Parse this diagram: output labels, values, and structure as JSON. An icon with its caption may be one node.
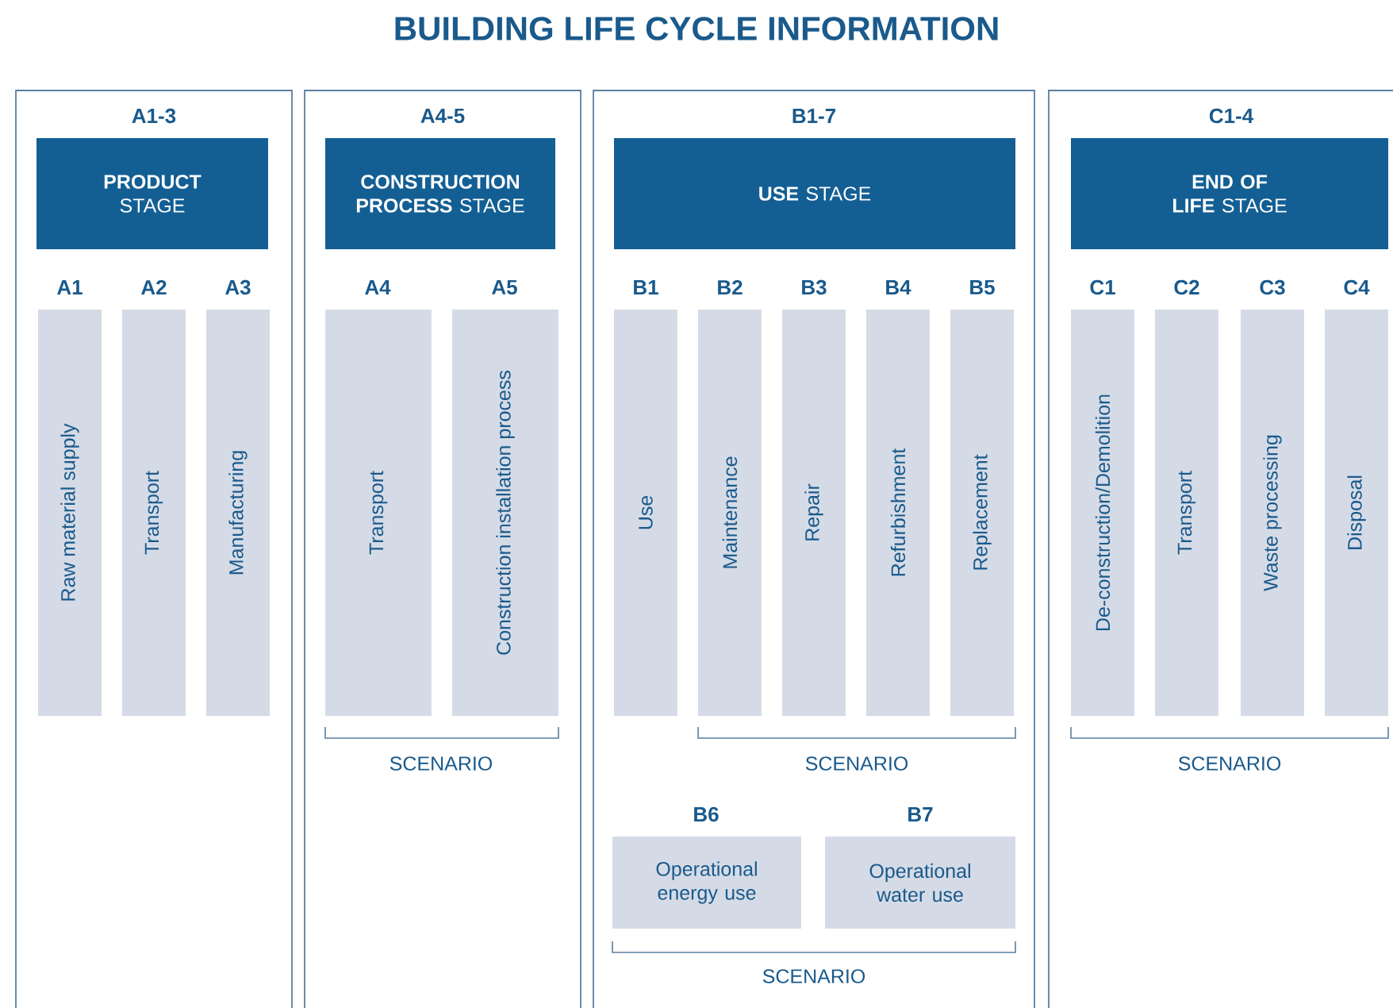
{
  "diagram": {
    "title": "BUILDING LIFE CYCLE INFORMATION",
    "nodes": [
      {
        "text": [
          "A1-3"
        ]
      },
      {
        "text": [
          "**PRODUCT** STAGE"
        ],
        "in": 0
      },
      {
        "text": [
          "A1",
          "Raw material supply"
        ],
        "in": 0
      },
      {
        "text": [
          "A2",
          "Transport"
        ],
        "in": 0
      },
      {
        "text": [
          "A3",
          "Manufacturing"
        ],
        "in": 0
      },
      {
        "text": [
          "A4-5"
        ]
      },
      {
        "text": [
          "**CONSTRUCTION PROCESS** STAGE"
        ],
        "in": 5
      },
      {
        "text": [
          "A4",
          "Transport"
        ],
        "in": 5
      },
      {
        "text": [
          "A5",
          "Construction installation process"
        ],
        "in": 5
      },
      {
        "text": [
          "B1-7"
        ]
      },
      {
        "text": [
          "**USE** STAGE"
        ],
        "in": 9
      },
      {
        "text": [
          "B1",
          "Use"
        ],
        "in": 9
      },
      {
        "text": [
          "B2",
          "Maintenance"
        ],
        "in": 9
      },
      {
        "text": [
          "B3",
          "Repair"
        ],
        "in": 9
      },
      {
        "text": [
          "B4",
          "Refurbishment"
        ],
        "in": 9
      },
      {
        "text": [
          "B5",
          "Replacement"
        ],
        "in": 9
      },
      {
        "text": [
          "B6",
          "Operational energy use"
        ],
        "in": 9
      },
      {
        "text": [
          "B7",
          "Operational water use"
        ],
        "in": 9
      },
      {
        "text": [
          "C1-4"
        ]
      },
      {
        "text": [
          "**END OF LIFE** STAGE"
        ],
        "in": 18
      },
      {
        "text": [
          "C1",
          "De-construction/Demolition"
        ],
        "in": 18
      },
      {
        "text": [
          "C2",
          "Transport"
        ],
        "in": 18
      },
      {
        "text": [
          "C3",
          "Waste processing"
        ],
        "in": 18
      },
      {
        "text": [
          "C4",
          "Disposal"
        ],
        "in": 18
      }
    ],
    "labels": [
      "SCENARIO",
      "SCENARIO",
      "SCENARIO",
      "SCENARIO"
    ]
  }
}
